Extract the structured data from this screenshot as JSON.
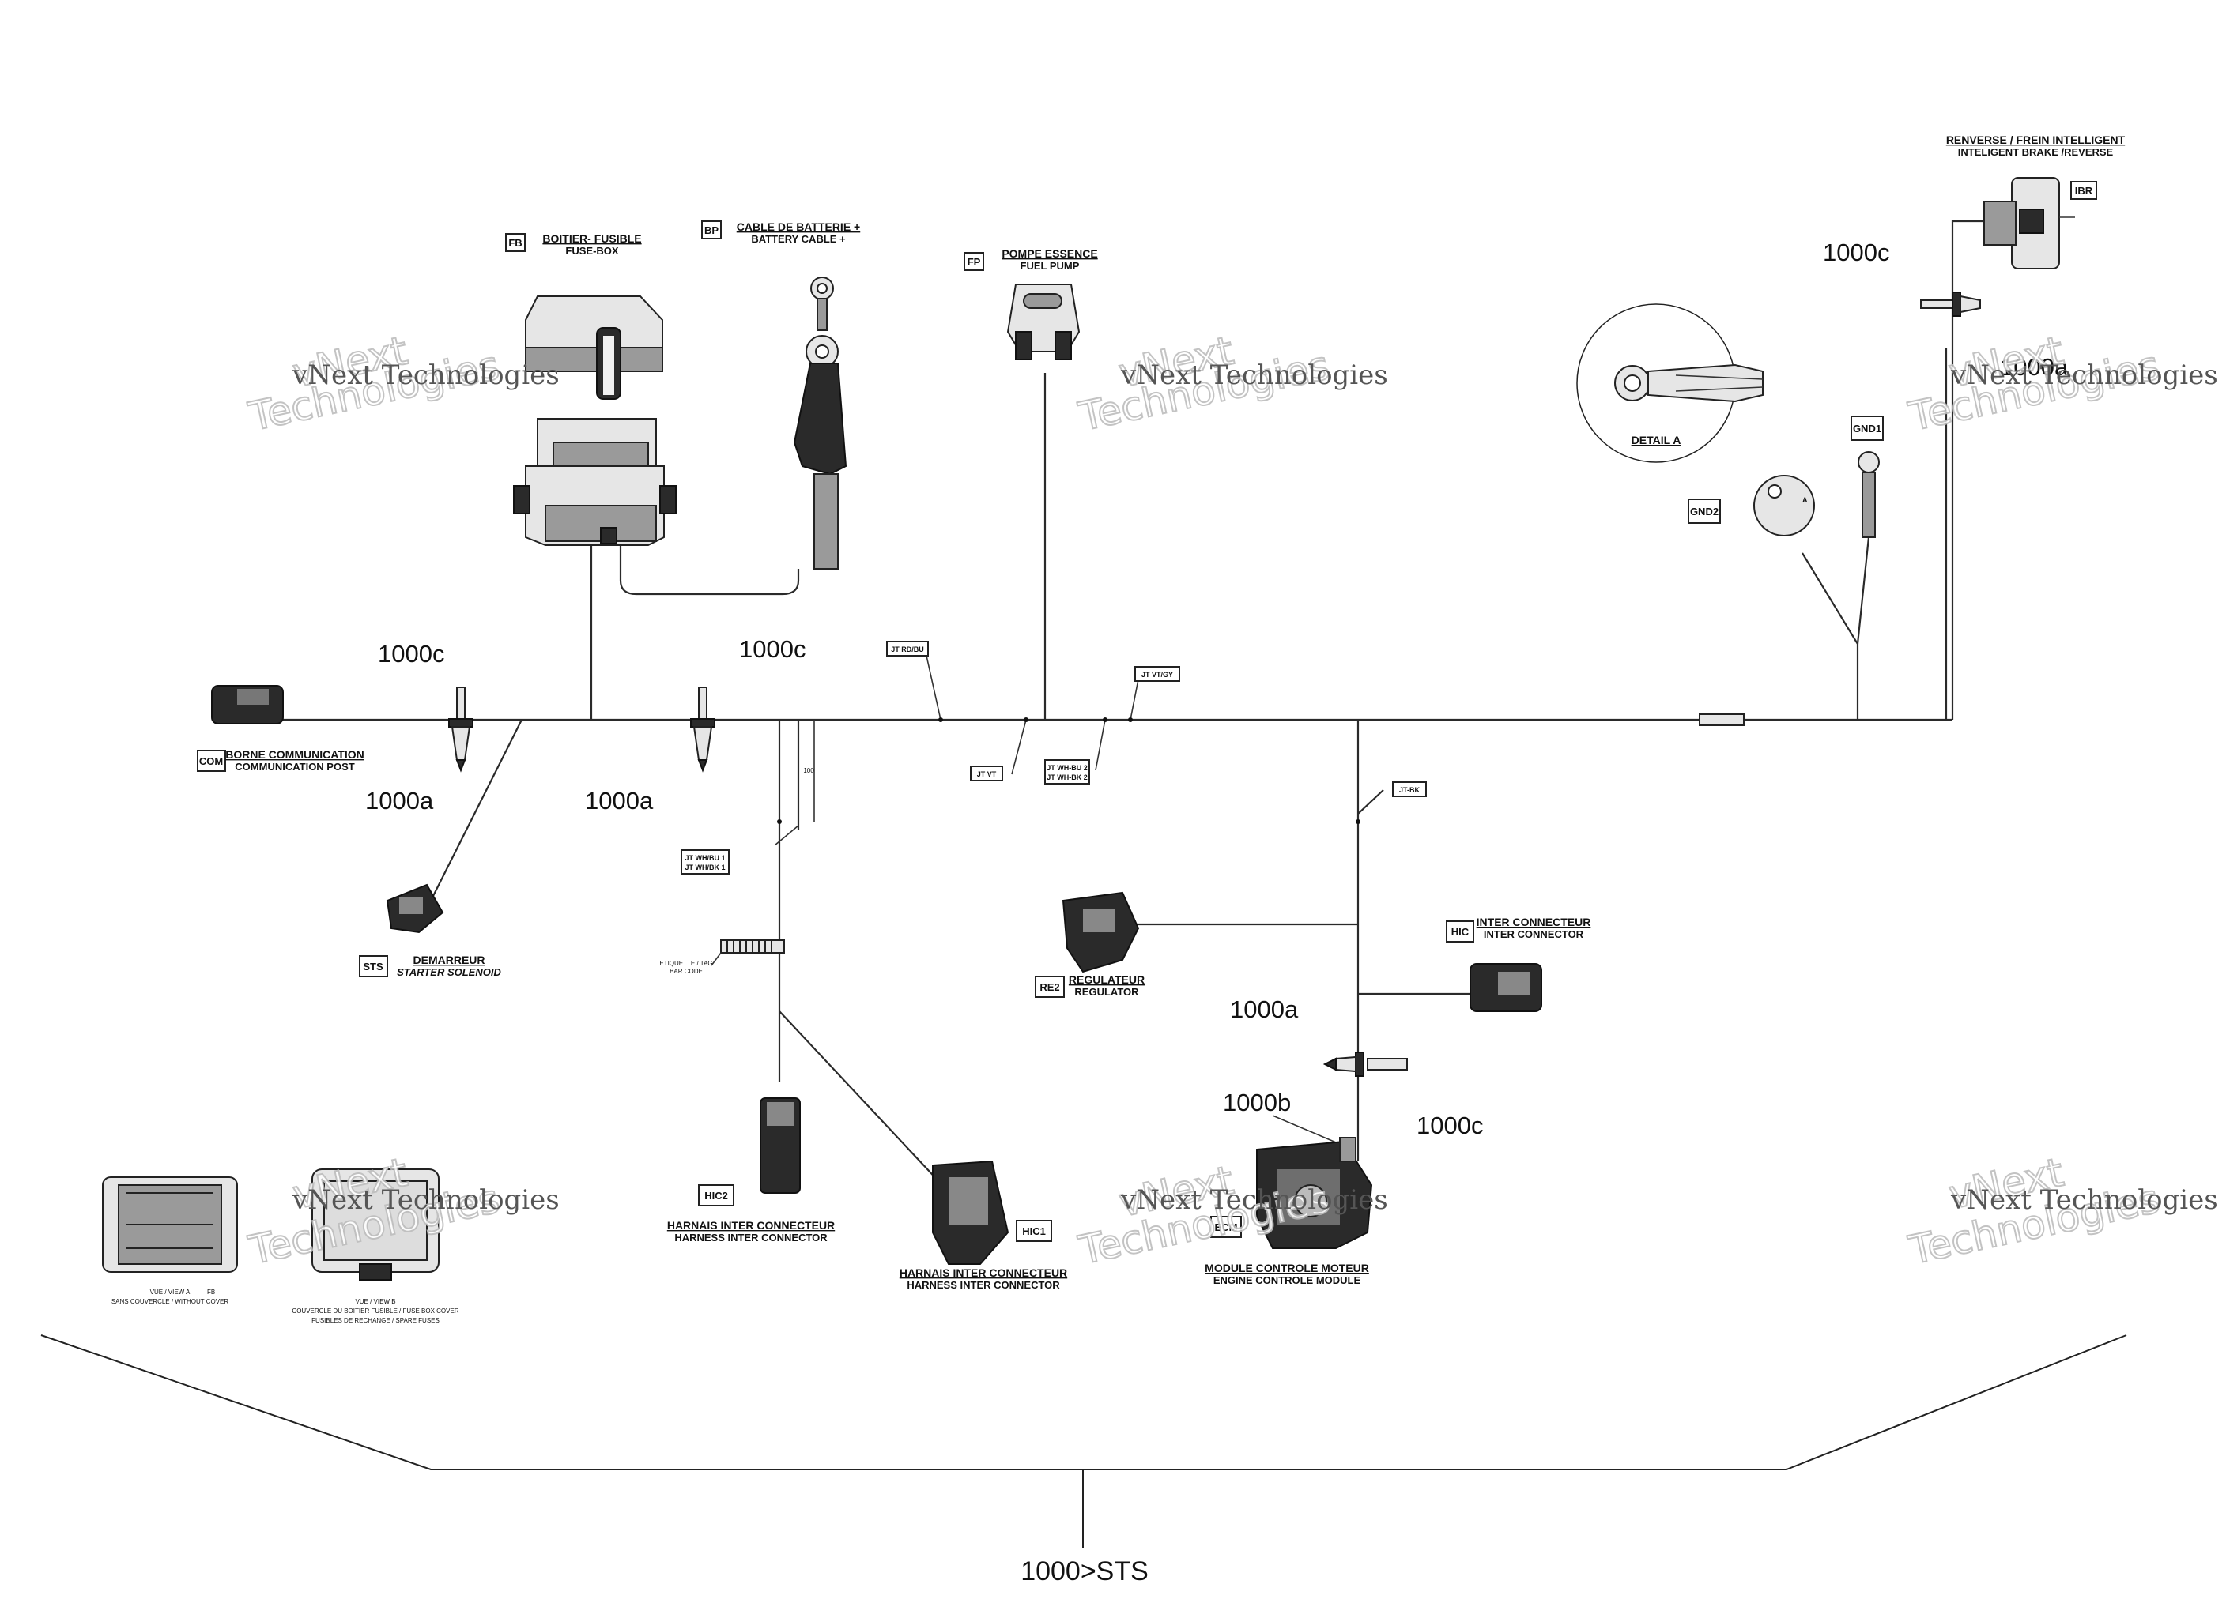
{
  "title": "1000>STS",
  "watermark": {
    "line1": "vNext Technologies",
    "line2": "vNext",
    "line3": "Technologies"
  },
  "components": {
    "fb": {
      "code": "FB",
      "fr": "BOITIER- FUSIBLE",
      "en": "FUSE-BOX"
    },
    "bp": {
      "code": "BP",
      "fr": "CABLE DE BATTERIE +",
      "en": "BATTERY CABLE +"
    },
    "fp": {
      "code": "FP",
      "fr": "POMPE ESSENCE",
      "en": "FUEL PUMP"
    },
    "ibr": {
      "code": "IBR",
      "fr": "RENVERSE / FREIN INTELLIGENT",
      "en": "INTELIGENT BRAKE /REVERSE"
    },
    "gnd1": {
      "code": "GND1"
    },
    "gnd2": {
      "code": "GND2"
    },
    "detail": {
      "label": "DETAIL A",
      "marker": "A"
    },
    "com": {
      "code": "COM",
      "fr": "BORNE COMMUNICATION",
      "en": "COMMUNICATION POST"
    },
    "sts": {
      "code": "STS",
      "fr": "DEMARREUR",
      "en": "STARTER SOLENOID"
    },
    "re2": {
      "code": "RE2",
      "fr": "REGULATEUR",
      "en": "REGULATOR"
    },
    "hic": {
      "code": "HIC",
      "fr": "INTER CONNECTEUR",
      "en": "INTER CONNECTOR"
    },
    "hic2": {
      "code": "HIC2",
      "fr": "HARNAIS INTER CONNECTEUR",
      "en": "HARNESS INTER CONNECTOR"
    },
    "hic1": {
      "code": "HIC1",
      "fr": "HARNAIS INTER CONNECTEUR",
      "en": "HARNESS INTER CONNECTOR"
    },
    "ecm": {
      "code": "ECM",
      "fr": "MODULE CONTROLE MOTEUR",
      "en": "ENGINE CONTROLE MODULE"
    }
  },
  "views": {
    "a": {
      "line1": "VUE / VIEW A",
      "code": "FB",
      "line2": "SANS COUVERCLE / WITHOUT COVER"
    },
    "b": {
      "line1": "VUE / VIEW B",
      "line2": "COUVERCLE DU BOITIER FUSIBLE / FUSE BOX COVER",
      "line3": "FUSIBLES DE RECHANGE / SPARE FUSES"
    }
  },
  "splices": {
    "rdbu": "JT RD/BU",
    "vt": "JT VT",
    "vtgy": "JT VT/GY",
    "whbu2": "JT WH-BU 2",
    "whbk2": "JT WH-BK 2",
    "whbu1": "JT WH/BU 1",
    "whbk1": "JT WH/BK 1",
    "bk": "JT-BK"
  },
  "tag": {
    "line1": "ETIQUETTE / TAG",
    "line2": "BAR CODE"
  },
  "dimension": "100",
  "parts": {
    "p1000c_a": "1000c",
    "p1000c_b": "1000c",
    "p1000c_c": "1000c",
    "p1000c_d": "1000c",
    "p1000a_a": "1000a",
    "p1000a_b": "1000a",
    "p1000a_c": "1000a",
    "p1000a_d": "1000a",
    "p1000b": "1000b"
  }
}
